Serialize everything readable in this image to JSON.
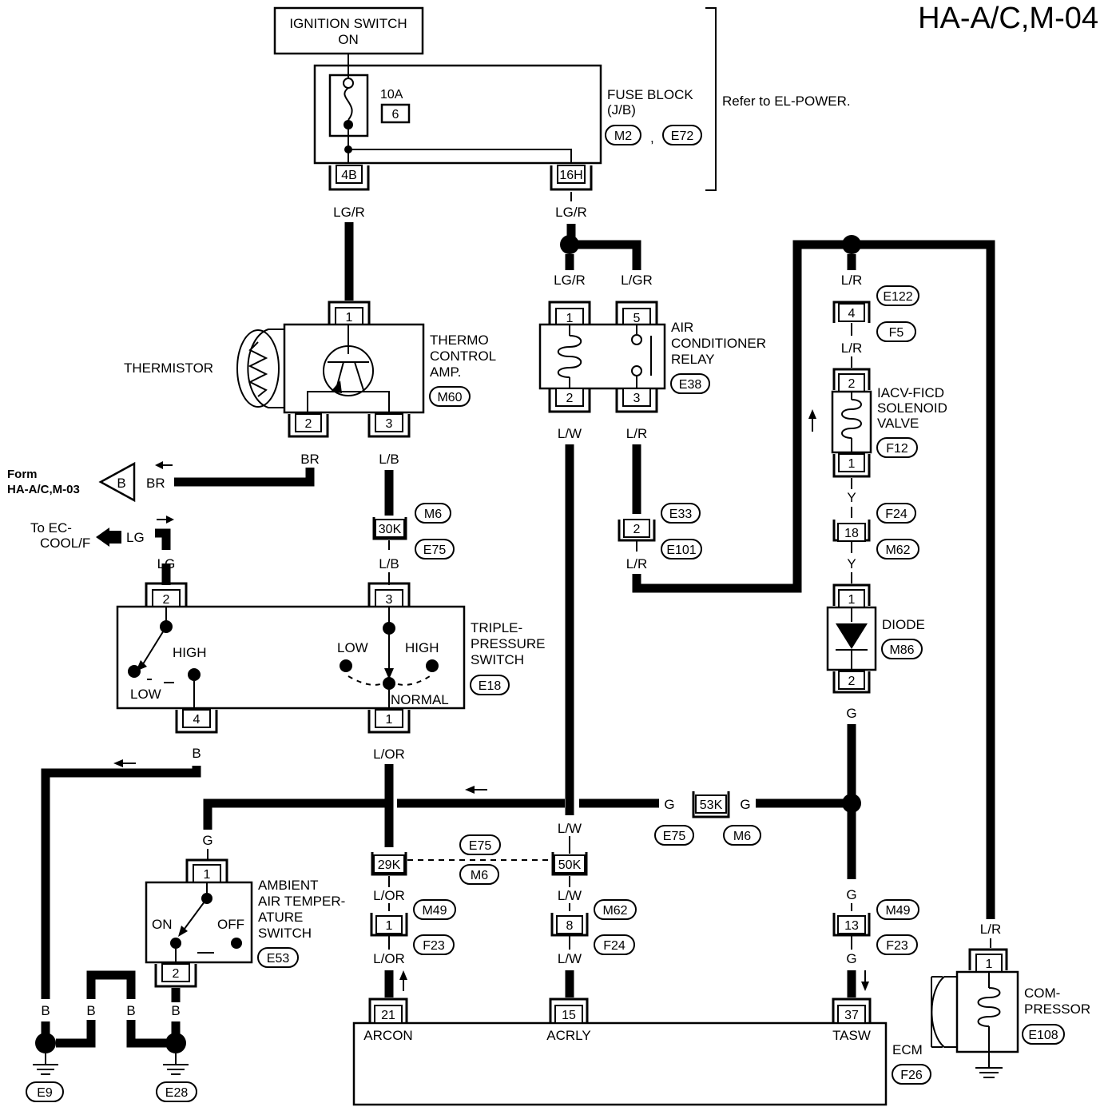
{
  "title": "HA-A/C,M-04",
  "ignition": {
    "line1": "IGNITION SWITCH",
    "line2": "ON"
  },
  "fuse_block": {
    "fuse_rating": "10A",
    "fuse_no": "6",
    "label1": "FUSE BLOCK",
    "label2": "(J/B)",
    "conn1": "M2",
    "conn2": "E72",
    "comma": ",",
    "refer": "Refer to EL-POWER.",
    "pin_a": "4B",
    "pin_b": "16H"
  },
  "wires": {
    "lg_r": "LG/R",
    "l_gr": "L/GR",
    "l_r": "L/R",
    "l_w": "L/W",
    "l_b": "L/B",
    "br": "BR",
    "lg": "LG",
    "y": "Y",
    "g": "G",
    "b": "B",
    "l_or": "L/OR"
  },
  "thermo": {
    "label1": "THERMO",
    "label2": "CONTROL",
    "label3": "AMP.",
    "conn": "M60",
    "thermistor": "THERMISTOR",
    "pin1": "1",
    "pin2": "2",
    "pin3": "3"
  },
  "ac_relay": {
    "label1": "AIR",
    "label2": "CONDITIONER",
    "label3": "RELAY",
    "conn": "E38",
    "pin1": "1",
    "pin2": "2",
    "pin3": "3",
    "pin5": "5"
  },
  "iacv": {
    "label1": "IACV-FICD",
    "label2": "SOLENOID",
    "label3": "VALVE",
    "conn": "F12",
    "pin1": "1",
    "pin2": "2"
  },
  "junction_e122": {
    "pin": "4",
    "conn_top": "E122",
    "conn_bottom": "F5"
  },
  "junction_e33": {
    "pin": "2",
    "conn_top": "E33",
    "conn_bottom": "E101"
  },
  "junction_f24_m62": {
    "pin": "18",
    "conn_top": "F24",
    "conn_bottom": "M62"
  },
  "junction_30k": {
    "pin": "30K",
    "conn_top": "M6",
    "conn_bottom": "E75"
  },
  "diode": {
    "label": "DIODE",
    "conn": "M86",
    "pin1": "1",
    "pin2": "2"
  },
  "triple_switch": {
    "label1": "TRIPLE-",
    "label2": "PRESSURE",
    "label3": "SWITCH",
    "conn": "E18",
    "pin2": "2",
    "pin3": "3",
    "pin4": "4",
    "pin1": "1",
    "high": "HIGH",
    "low": "LOW",
    "normal": "NORMAL"
  },
  "offpage_b": {
    "letter": "B",
    "label1": "Form",
    "label2": "HA-A/C,M-03"
  },
  "offpage_lg": {
    "label1": "To EC-",
    "label2": "COOL/F"
  },
  "junction_53k": {
    "pin": "53K",
    "conn_left": "E75",
    "conn_right": "M6"
  },
  "junction_29k_50k": {
    "pin_left": "29K",
    "pin_right": "50K",
    "conn_top": "E75",
    "conn_bottom": "M6"
  },
  "ambient_switch": {
    "label1": "AMBIENT",
    "label2": "AIR TEMPER-",
    "label3": "ATURE",
    "label4": "SWITCH",
    "conn": "E53",
    "pin1": "1",
    "pin2": "2",
    "on": "ON",
    "off": "OFF"
  },
  "junction_m49_f23_left": {
    "pin": "1",
    "conn_top": "M49",
    "conn_bottom": "F23"
  },
  "junction_m62_f24": {
    "pin": "8",
    "conn_top": "M62",
    "conn_bottom": "F24"
  },
  "junction_m49_f23_right": {
    "pin": "13",
    "conn_top": "M49",
    "conn_bottom": "F23"
  },
  "ecm": {
    "label": "ECM",
    "conn": "F26",
    "pin_arcon": "21",
    "pin_acrly": "15",
    "pin_tasw": "37",
    "arcon": "ARCON",
    "acrly": "ACRLY",
    "tasw": "TASW"
  },
  "compressor": {
    "label1": "COM-",
    "label2": "PRESSOR",
    "conn": "E108",
    "pin": "1"
  },
  "grounds": {
    "left": "E9",
    "right": "E28"
  }
}
